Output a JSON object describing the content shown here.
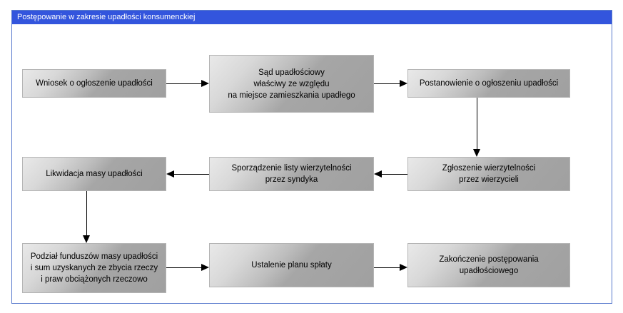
{
  "window": {
    "title": "Postępowanie w zakresie upadłości konsumenckiej",
    "title_bar_color": "#3355dd",
    "border_color": "#5577cc",
    "background": "#ffffff"
  },
  "diagram": {
    "type": "flowchart",
    "node_fill_light": "#e9e9e9",
    "node_fill_dark": "#a0a0a0",
    "connector_color": "#000000",
    "nodes": [
      {
        "id": "n1",
        "lines": [
          "Wniosek o ogłoszenie upadłości"
        ]
      },
      {
        "id": "n2",
        "lines": [
          "Sąd upadłościowy",
          "właściwy ze względu",
          "na miejsce zamieszkania upadłego"
        ]
      },
      {
        "id": "n3",
        "lines": [
          "Postanowienie o ogłoszeniu upadłości"
        ]
      },
      {
        "id": "n4",
        "lines": [
          "Zgłoszenie wierzytelności",
          "przez wierzycieli"
        ]
      },
      {
        "id": "n5",
        "lines": [
          "Sporządzenie listy wierzytelności",
          "przez syndyka"
        ]
      },
      {
        "id": "n6",
        "lines": [
          "Likwidacja masy upadłości"
        ]
      },
      {
        "id": "n7",
        "lines": [
          "Podział funduszów masy upadłości",
          "i sum uzyskanych ze zbycia rzeczy",
          "i praw obciążonych rzeczowo"
        ]
      },
      {
        "id": "n8",
        "lines": [
          "Ustalenie planu spłaty"
        ]
      },
      {
        "id": "n9",
        "lines": [
          "Zakończenie postępowania",
          "upadłościowego"
        ]
      }
    ],
    "edges": [
      {
        "from": "n1",
        "to": "n2",
        "direction": "right"
      },
      {
        "from": "n2",
        "to": "n3",
        "direction": "right"
      },
      {
        "from": "n3",
        "to": "n4",
        "direction": "down"
      },
      {
        "from": "n4",
        "to": "n5",
        "direction": "left"
      },
      {
        "from": "n5",
        "to": "n6",
        "direction": "left"
      },
      {
        "from": "n6",
        "to": "n7",
        "direction": "down"
      },
      {
        "from": "n7",
        "to": "n8",
        "direction": "right"
      },
      {
        "from": "n8",
        "to": "n9",
        "direction": "right"
      }
    ]
  }
}
